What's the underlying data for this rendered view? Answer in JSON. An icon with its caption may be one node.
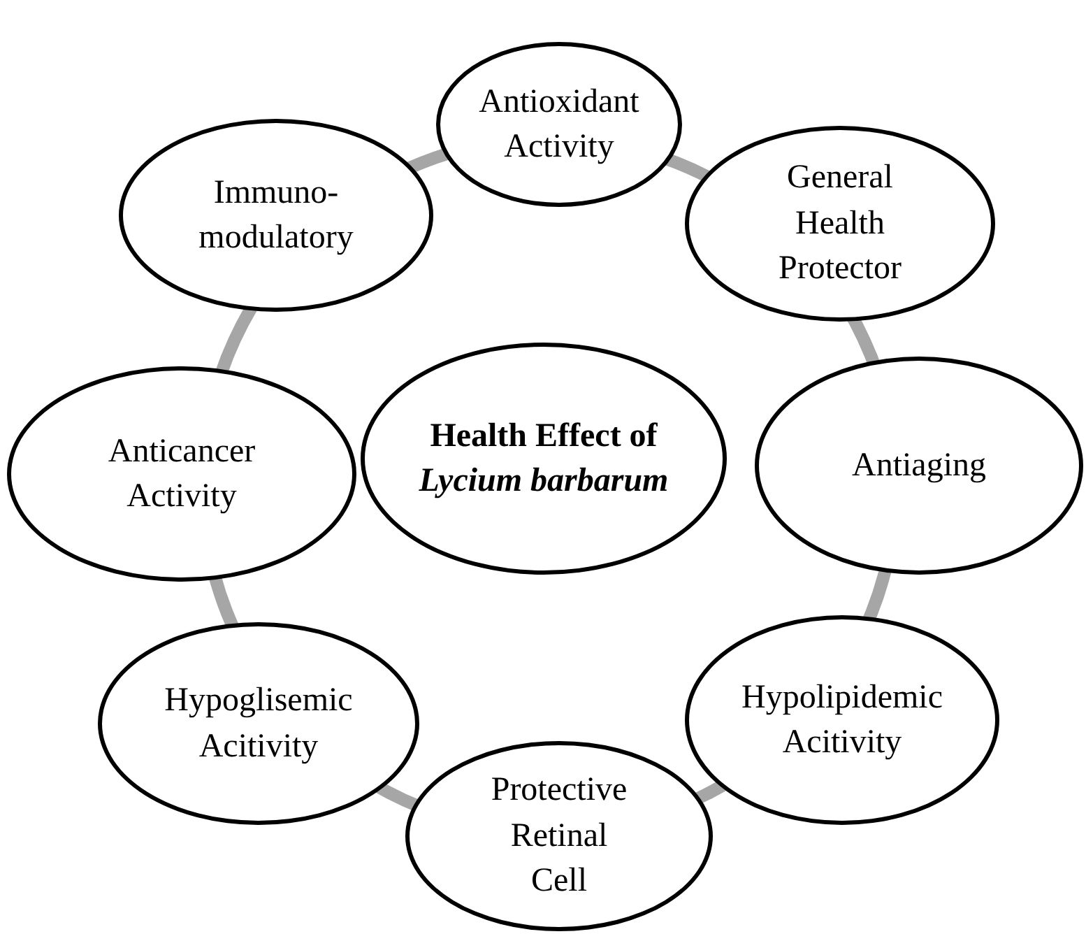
{
  "diagram": {
    "nodes": [
      {
        "text": [
          "Health Effect of *Lycium barbarum*"
        ]
      },
      {
        "text": [
          "Antioxidant Activity"
        ]
      },
      {
        "text": [
          "General Health Protector"
        ]
      },
      {
        "text": [
          "Antiaging"
        ]
      },
      {
        "text": [
          "Hypolipidemic Acitivity"
        ]
      },
      {
        "text": [
          "Protective Retinal Cell"
        ]
      },
      {
        "text": [
          "Hypoglisemic Acitivity"
        ]
      },
      {
        "text": [
          "Anticancer Activity"
        ]
      },
      {
        "text": [
          "Immuno- modulatory"
        ]
      }
    ]
  }
}
